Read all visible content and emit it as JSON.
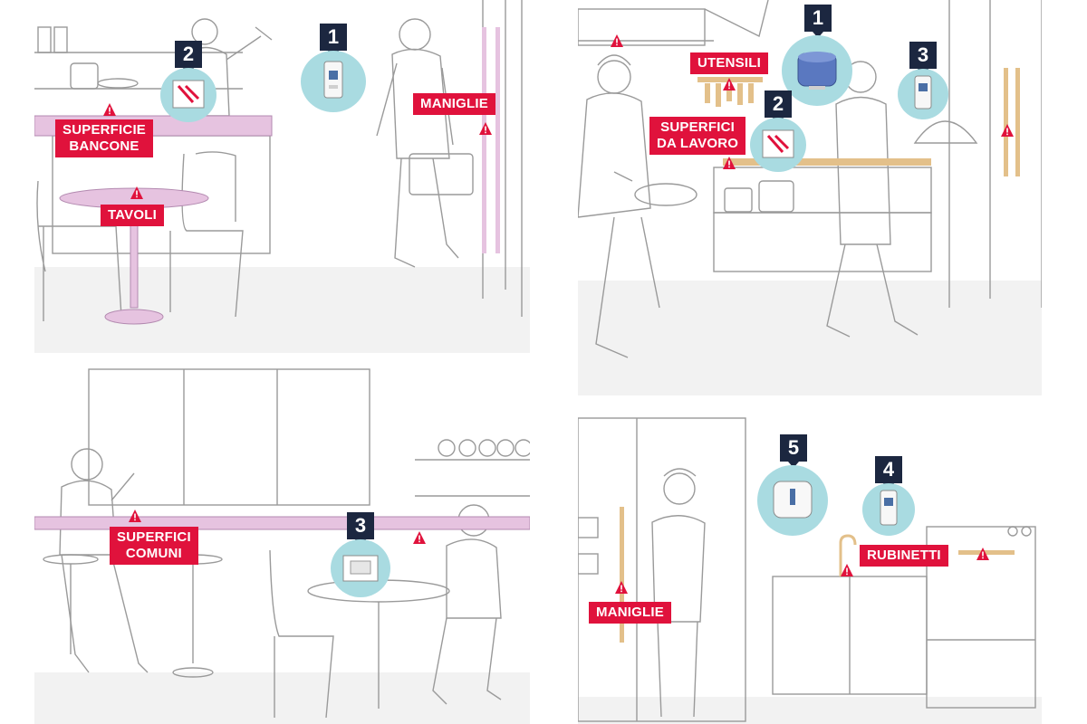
{
  "panels": {
    "bar": {
      "labels": {
        "counter": "SUPERFICIE\nBANCONE",
        "tables": "TAVOLI",
        "handles": "MANIGLIE"
      },
      "markers": [
        "1",
        "2"
      ]
    },
    "kitchen": {
      "labels": {
        "utensils": "UTENSILI",
        "work_surfaces": "SUPERFICI\nDA LAVORO"
      },
      "markers": [
        "1",
        "2",
        "3"
      ]
    },
    "lounge": {
      "labels": {
        "common_surfaces": "SUPERFICI\nCOMUNI"
      },
      "markers": [
        "3"
      ]
    },
    "washroom": {
      "labels": {
        "handles": "MANIGLIE",
        "faucets": "RUBINETTI"
      },
      "markers": [
        "5",
        "4"
      ]
    }
  },
  "colors": {
    "accent": "#e0123c",
    "marker_dark": "#1c2740",
    "bubble": "#a9dbe1",
    "highlight_pink": "#e6c3e0",
    "highlight_wood": "#e3c08a",
    "panel_bg": "#f2f2f2"
  },
  "icons": [
    "warning-icon",
    "soap-dispenser-icon",
    "wipes-pack-icon",
    "paper-roll-dispenser-icon",
    "napkin-box-icon"
  ]
}
